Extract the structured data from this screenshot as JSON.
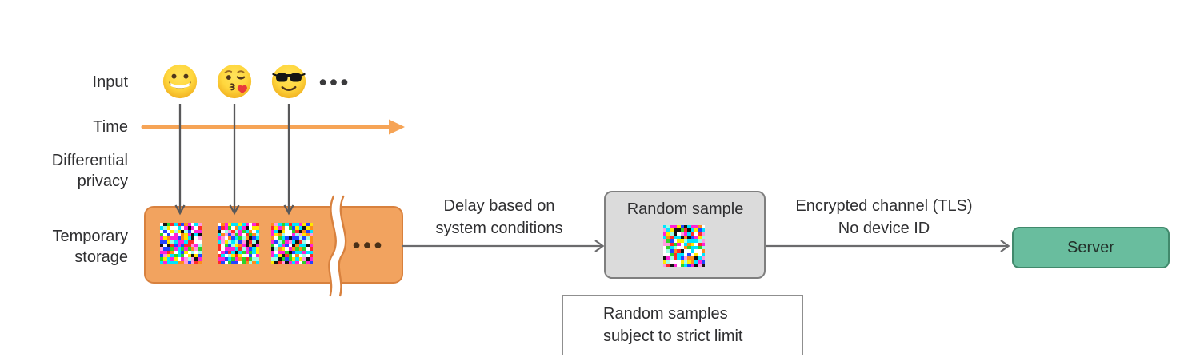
{
  "row_labels": {
    "input": "Input",
    "time": "Time",
    "differential_privacy": [
      "Differential",
      "privacy"
    ],
    "temporary_storage": [
      "Temporary",
      "storage"
    ]
  },
  "input_row": {
    "emoji_names": [
      "grinning-face-emoji",
      "face-blowing-kiss-emoji",
      "smiling-face-with-sunglasses-emoji"
    ],
    "ellipsis": "•••"
  },
  "storage": {
    "ellipsis": "•••"
  },
  "connectors": {
    "delay_label": [
      "Delay based on",
      "system conditions"
    ],
    "encrypted_label": [
      "Encrypted channel (TLS)",
      "No device ID"
    ]
  },
  "boxes": {
    "random_sample_label": "Random sample",
    "server_label": "Server",
    "limit_note": [
      "Random samples",
      "subject to strict limit"
    ]
  },
  "colors": {
    "storage_fill": "#F2A35F",
    "storage_border": "#D8813E",
    "time_arrow": "#F6A456",
    "sample_fill": "#DBDBDB",
    "sample_border": "#7F7F7F",
    "server_fill": "#69BD9E",
    "server_border": "#41896C",
    "connector_gray": "#6B6B6D",
    "text": "#2F2F31"
  },
  "noise": {
    "grid": 12,
    "palette": [
      "#ffffff",
      "#ffffff",
      "#ff22d6",
      "#ff22d6",
      "#00e5ff",
      "#00e5ff",
      "#ffe800",
      "#2fd229",
      "#2244ff",
      "#ff2a2a",
      "#141414",
      "#ff9ae0",
      "#9ffce8",
      "#ff8c1a"
    ],
    "seeds": [
      101,
      202,
      303,
      404
    ]
  }
}
